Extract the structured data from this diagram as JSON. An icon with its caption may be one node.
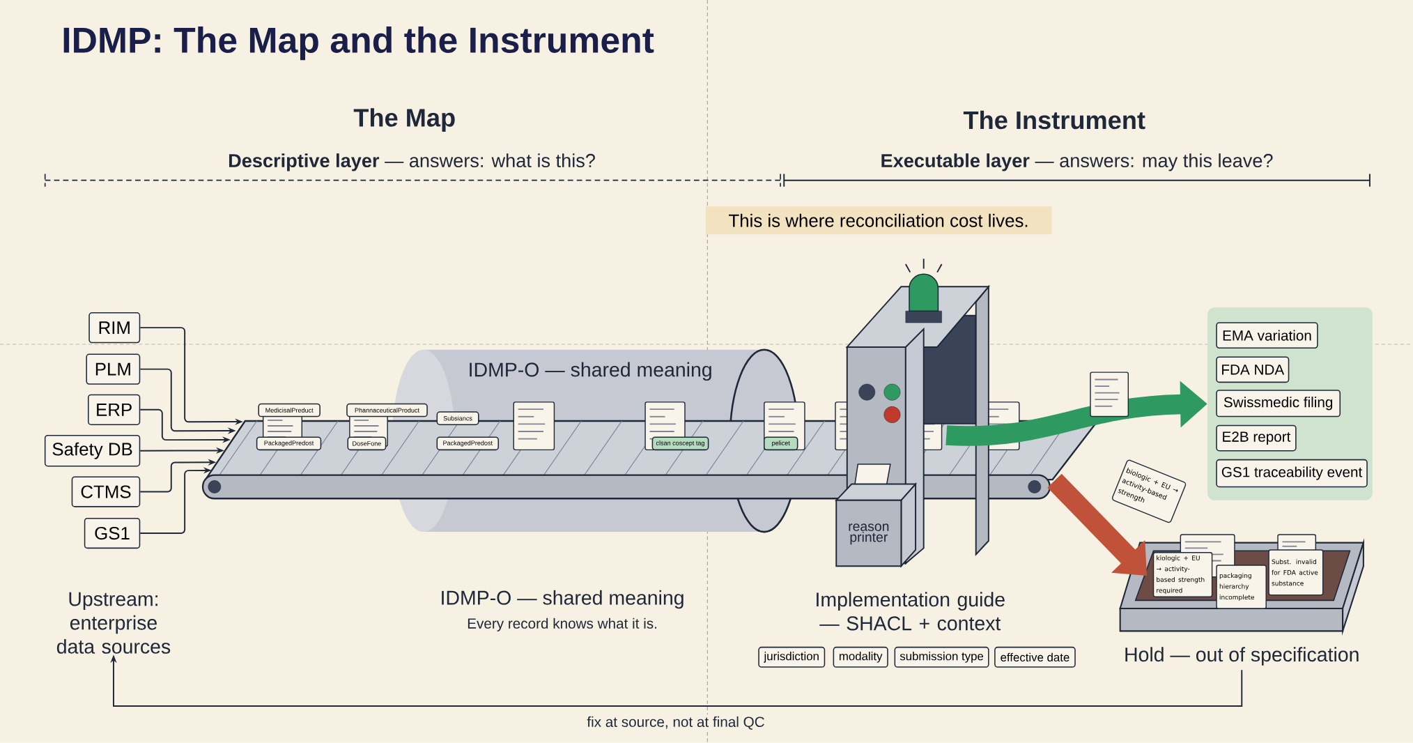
{
  "diagram": {
    "title": "IDMP: The Map and the Instrument",
    "nodes": [
      {
        "text": [
          "RIM"
        ]
      },
      {
        "text": [
          "PLM"
        ]
      },
      {
        "text": [
          "ERP"
        ]
      },
      {
        "text": [
          "Safety DB"
        ]
      },
      {
        "text": [
          "CTMS"
        ]
      },
      {
        "text": [
          "GS1"
        ]
      },
      {
        "text": [],
        "shape": "bar"
      },
      {
        "text": [
          "IDMP-O — shared meaning"
        ]
      },
      {
        "text": [
          "MedicisalPreduct"
        ]
      },
      {
        "text": [
          "PackagedPredost"
        ],
        "in": 6
      },
      {
        "text": [
          "PhannaceuticalProduct"
        ]
      },
      {
        "text": [
          "DoseFone"
        ],
        "in": 6
      },
      {
        "text": [
          "Subsiancs"
        ],
        "in": 6
      },
      {
        "text": [
          "PackagedPredost"
        ]
      },
      {
        "text": [
          "clsan coscept tag"
        ]
      },
      {
        "text": [
          "pelicet"
        ],
        "in": 6
      },
      {
        "text": [
          "reason printer"
        ]
      },
      {
        "text": [],
        "shape": "box"
      },
      {
        "text": [
          "EMA variation"
        ],
        "in": 17
      },
      {
        "text": [
          "FDA NDA"
        ],
        "in": 17
      },
      {
        "text": [
          "Swissmedic filing"
        ],
        "in": 17
      },
      {
        "text": [
          "E2B report"
        ],
        "in": 17
      },
      {
        "text": [
          "GS1 traceability event"
        ],
        "in": 17
      },
      {
        "text": [
          "Hold — out of specification"
        ]
      },
      {
        "text": [
          "Upstream: enterprise data sources"
        ]
      },
      {
        "text": [
          "This is where reconciliation cost lives."
        ]
      },
      {
        "text": [
          "jurisdiction"
        ]
      },
      {
        "text": [
          "modality"
        ]
      },
      {
        "text": [
          "submission type"
        ]
      },
      {
        "text": [
          "effective date"
        ]
      },
      {
        "text": [
          "biologic + EU → activity-based strength"
        ]
      },
      {
        "text": [
          "kiologic + EU → activity-based strength required"
        ],
        "in": 23
      },
      {
        "text": [
          "packaging hierarchy incomplete"
        ],
        "in": 23
      },
      {
        "text": [
          "Subst. invalid for FDA active substance"
        ],
        "in": 23
      }
    ],
    "edges": [
      {
        "from": 0,
        "to": 6,
        "arrow": "to"
      },
      {
        "from": 1,
        "to": 6,
        "arrow": "to"
      },
      {
        "from": 2,
        "to": 6,
        "arrow": "to"
      },
      {
        "from": 3,
        "to": 6,
        "arrow": "to"
      },
      {
        "from": 4,
        "to": 6,
        "arrow": "to"
      },
      {
        "from": 5,
        "to": 6,
        "arrow": "to"
      },
      {
        "from": 6,
        "to": 17,
        "arrow": "to",
        "style": "thick",
        "color": "#2e9a62"
      },
      {
        "from": 6,
        "to": 23,
        "arrow": "to",
        "style": "thick",
        "color": "#c0523a"
      },
      {
        "from": 23,
        "to": 24,
        "arrow": "to",
        "label": "fix at source, not at final QC"
      }
    ],
    "labels": [
      "The Map",
      "The Instrument",
      "**Descriptive layer** — answers: what is this?",
      "**Executable layer** — answers: may this leave?",
      "IDMP-O — shared meaning",
      "Every record knows what it is.",
      "Implementation guide — SHACL + context"
    ]
  }
}
